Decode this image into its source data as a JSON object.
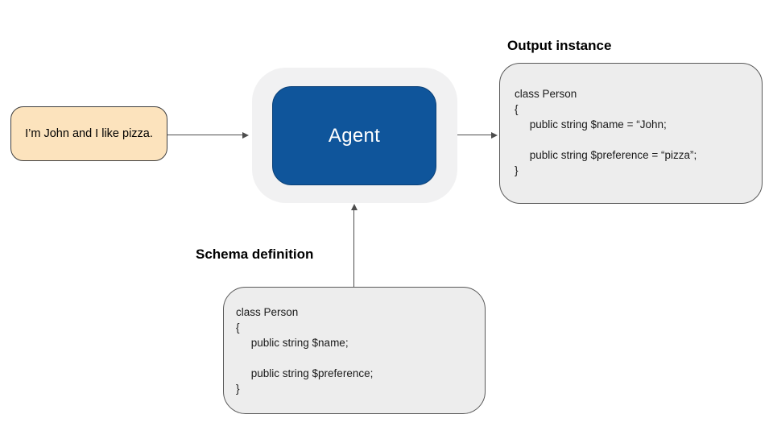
{
  "colors": {
    "canvas-bg": "#ffffff",
    "input-fill": "#fce3bd",
    "input-border": "#3f3f3f",
    "agent-halo-fill": "#f1f1f2",
    "agent-fill": "#0f559b",
    "agent-border": "#0b4178",
    "agent-text": "#ffffff",
    "code-fill": "#ededed",
    "code-border": "#595959",
    "arrow": "#4d4d4d",
    "text": "#000000"
  },
  "input_box": {
    "text": "I’m John and I like pizza."
  },
  "agent": {
    "label": "Agent"
  },
  "output": {
    "title": "Output instance",
    "lines": [
      "class Person",
      "{",
      "     public string $name = “John;",
      "",
      "     public string $preference = “pizza”;",
      "}"
    ]
  },
  "schema": {
    "title": "Schema definition",
    "lines": [
      "class Person",
      "{",
      "     public string $name;",
      "",
      "     public string $preference;",
      "}"
    ]
  }
}
